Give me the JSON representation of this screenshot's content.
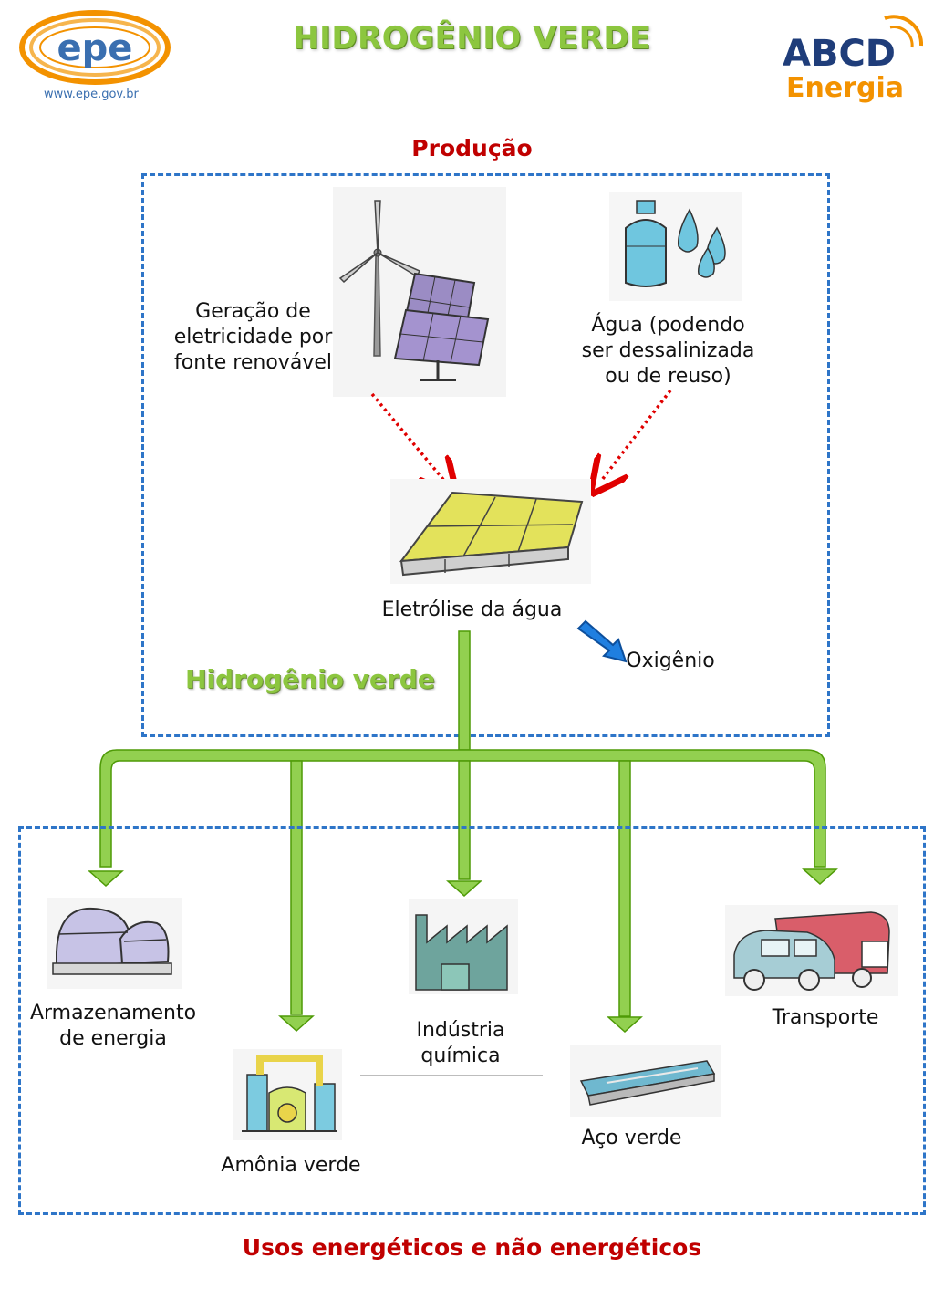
{
  "header": {
    "title": "HIDROGÊNIO VERDE",
    "epe_logo_text": "epe",
    "epe_url": "www.epe.gov.br",
    "abcd_logo_line1": "ABCD",
    "abcd_logo_line2": "Energia"
  },
  "production": {
    "title": "Produção",
    "renewable_label": "Geração de eletricidade por fonte renovável",
    "renewable_lines": [
      "Geração de",
      "eletricidade por",
      "fonte renovável"
    ],
    "water_lines": [
      "Água (podendo",
      "ser dessalinizada",
      "ou de reuso)"
    ],
    "electrolysis_label": "Eletrólise da água",
    "oxygen_label": "Oxigênio",
    "hydrogen_label": "Hidrogênio verde"
  },
  "uses": {
    "title": "Usos energéticos e não energéticos",
    "storage_lines": [
      "Armazenamento",
      "de energia"
    ],
    "ammonia_label": "Amônia verde",
    "chemical_lines": [
      "Indústria",
      "química"
    ],
    "steel_label": "Aço verde",
    "transport_label": "Transporte"
  },
  "colors": {
    "title_green": "#8cc63f",
    "red_heading": "#c00000",
    "dashed_blue": "#2e75c8",
    "arrow_green": "#92d050",
    "arrow_green_dark": "#4e9a06",
    "epe_orange": "#f39200",
    "epe_blue": "#3a6fb0",
    "abcd_blue": "#1f3d7a",
    "abcd_orange": "#f39200"
  }
}
